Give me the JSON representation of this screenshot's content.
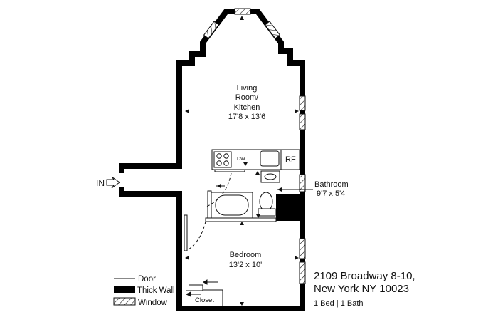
{
  "entrance_label": "IN",
  "rooms": {
    "living": {
      "name_line1": "Living",
      "name_line2": "Room/",
      "name_line3": "Kitchen",
      "size": "17'8 x 13'6"
    },
    "bathroom": {
      "name": "Bathroom",
      "size": "9'7 x 5'4"
    },
    "bedroom": {
      "name": "Bedroom",
      "size": "13'2 x 10'"
    },
    "closet": {
      "name": "Closet"
    }
  },
  "appliances": {
    "dishwasher": "DW",
    "refrigerator": "RF"
  },
  "legend": {
    "door": "Door",
    "thick_wall": "Thick Wall",
    "window": "Window"
  },
  "address": {
    "line1": "2109 Broadway 8-10,",
    "line2": "New York NY 10023",
    "summary": "1 Bed | 1 Bath"
  }
}
